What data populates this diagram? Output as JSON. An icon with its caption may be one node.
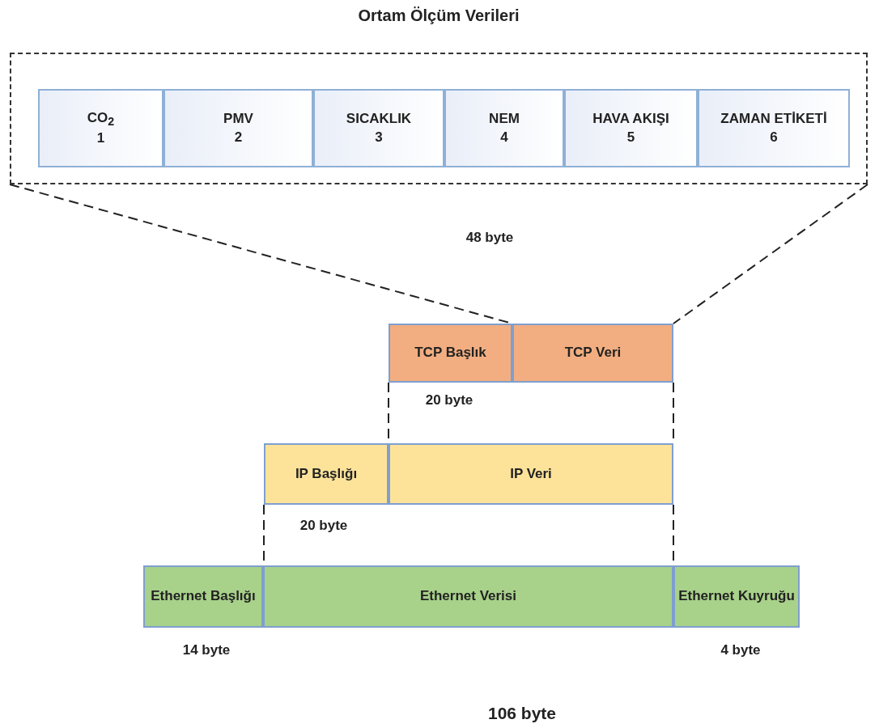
{
  "diagram": {
    "title": "Ortam Ölçüm Verileri",
    "nodes": [
      {
        "text": [],
        "shape": "box"
      },
      {
        "text": [
          "CO$_{2}$",
          "1"
        ],
        "in": 0
      },
      {
        "text": [
          "PMV",
          "2"
        ],
        "in": 0
      },
      {
        "text": [
          "SICAKLIK",
          "3"
        ],
        "in": 0
      },
      {
        "text": [
          "NEM",
          "4"
        ],
        "in": 0
      },
      {
        "text": [
          "HAVA AKIŞI",
          "5"
        ],
        "in": 0
      },
      {
        "text": [
          "ZAMAN ETİKETİ",
          "6"
        ],
        "in": 0
      },
      {
        "text": [
          "TCP Başlık"
        ]
      },
      {
        "text": [
          "TCP Veri"
        ]
      },
      {
        "text": [
          "IP Başlığı"
        ]
      },
      {
        "text": [
          "IP Veri"
        ]
      },
      {
        "text": [
          "Ethernet Başlığı"
        ]
      },
      {
        "text": [
          "Ethernet Verisi"
        ]
      },
      {
        "text": [
          "Ethernet Kuyruğu"
        ]
      }
    ],
    "edges": [
      {
        "from": 0,
        "to": 8,
        "arrow": "none",
        "style": "dashed"
      },
      {
        "from": 7,
        "to": 10,
        "arrow": "none",
        "style": "dashed"
      },
      {
        "from": 8,
        "to": 10,
        "arrow": "none",
        "style": "dashed"
      },
      {
        "from": 9,
        "to": 12,
        "arrow": "none",
        "style": "dashed"
      },
      {
        "from": 10,
        "to": 12,
        "arrow": "none",
        "style": "dashed"
      }
    ],
    "labels": [
      "48 byte",
      "20 byte",
      "20 byte",
      "14 byte",
      "4 byte",
      "106 byte"
    ]
  }
}
